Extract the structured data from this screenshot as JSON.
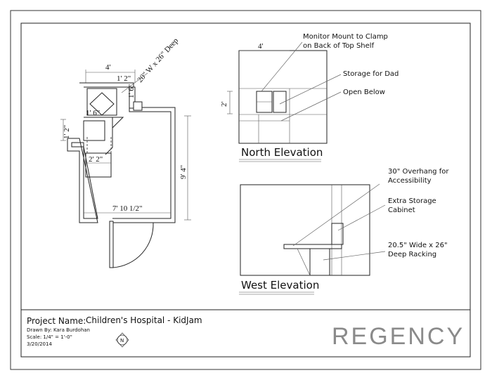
{
  "floor_plan": {
    "dim_total_width": "4'",
    "dim_inner_width": "1' 2\"",
    "dim_diag_label": "20\" W x 26\" Deep",
    "dim_right_depth": "1' 6\"",
    "dim_left_depth": "1' 2\"",
    "dim_counter": "1' 6\"",
    "dim_shelf": "2' 2\"",
    "dim_height": "9' 4\"",
    "dim_room_width": "7' 10 1/2\""
  },
  "north_elevation": {
    "title": "North Elevation",
    "dim_width": "4'",
    "dim_height": "2'",
    "note_monitor": "Monitor Mount to Clamp on Back of Top Shelf",
    "note_monitor_line1": "Monitor Mount to Clamp",
    "note_monitor_line2": "on Back of Top Shelf",
    "note_storage": "Storage for Dad",
    "note_open": "Open Below"
  },
  "west_elevation": {
    "title": "West Elevation",
    "note_overhang_line1": "30\" Overhang for",
    "note_overhang_line2": "Accessibility",
    "note_cabinet_line1": "Extra Storage",
    "note_cabinet_line2": "Cabinet",
    "note_racking_line1": "20.5\" Wide x 26\"",
    "note_racking_line2": "Deep Racking"
  },
  "title_block": {
    "project_label": "Project Name:",
    "project_name": "Children's Hospital - KidJam",
    "drawn_by": "Drawn By: Kara Burdohan",
    "scale": "Scale:  1/4\" = 1'-0\"",
    "date": "3/20/2014",
    "north_symbol": "N",
    "logo_text": "REGENCY"
  },
  "colors": {
    "logo": "#8a8a8a",
    "line": "#222222",
    "frame": "#333333"
  }
}
